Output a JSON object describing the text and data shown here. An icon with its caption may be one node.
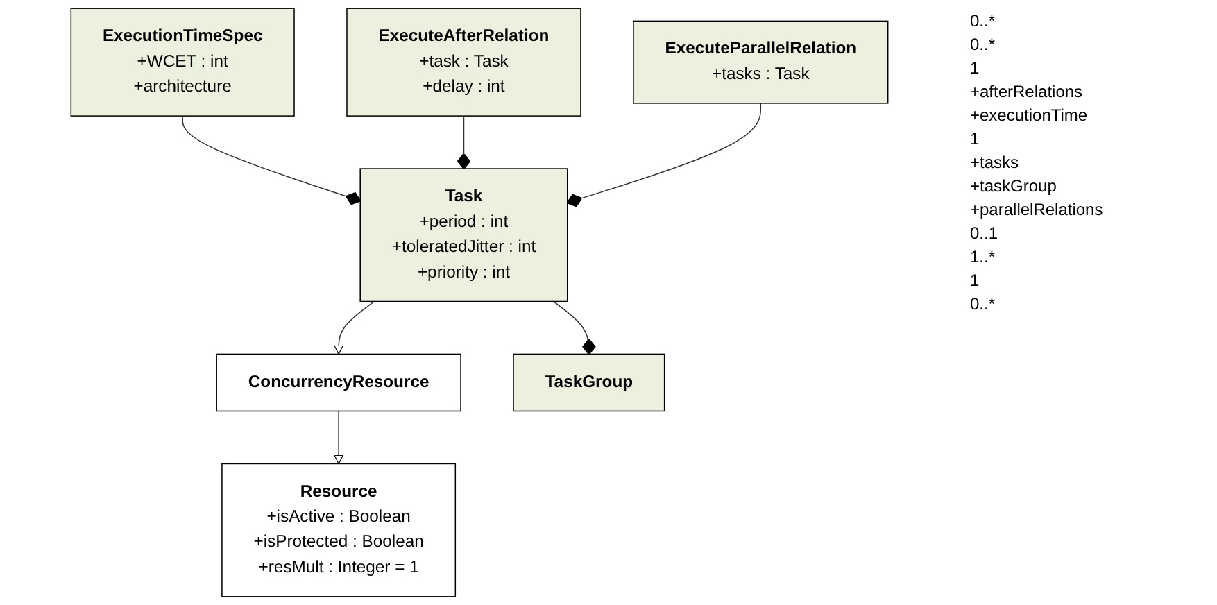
{
  "diagram": {
    "nodes": [
      {
        "text": [
          "Resource",
          "+isActive : Boolean",
          "+isProtected : Boolean",
          "+resMult : Integer = 1"
        ]
      },
      {
        "text": [
          "ConcurrencyResource"
        ]
      },
      {
        "text": [
          "Task",
          "+period : int",
          "+toleratedJitter : int",
          "+priority : int"
        ]
      },
      {
        "text": [
          "ExecutionTimeSpec",
          "+WCET : int",
          "+architecture"
        ]
      },
      {
        "text": [
          "ExecuteAfterRelation",
          "+task : Task",
          "+delay : int"
        ]
      },
      {
        "text": [
          "TaskGroup"
        ]
      },
      {
        "text": [
          "ExecuteParallelRelation",
          "+tasks : Task"
        ]
      }
    ],
    "edges": [
      {
        "from": 1,
        "to": 0,
        "arrow": "to"
      },
      {
        "from": 2,
        "to": 1,
        "arrow": "to"
      },
      {
        "from": 2,
        "to": 3,
        "arrow": "other"
      },
      {
        "from": 2,
        "to": 4,
        "arrow": "other"
      },
      {
        "from": 5,
        "to": 2,
        "arrow": "other"
      },
      {
        "from": 2,
        "to": 6,
        "arrow": "other"
      }
    ],
    "labels": [
      "0..*",
      "0..*",
      "1",
      "+afterRelations",
      "+executionTime",
      "1",
      "+tasks",
      "+taskGroup",
      "+parallelRelations",
      "0..1",
      "1..*",
      "1",
      "0..*"
    ]
  }
}
